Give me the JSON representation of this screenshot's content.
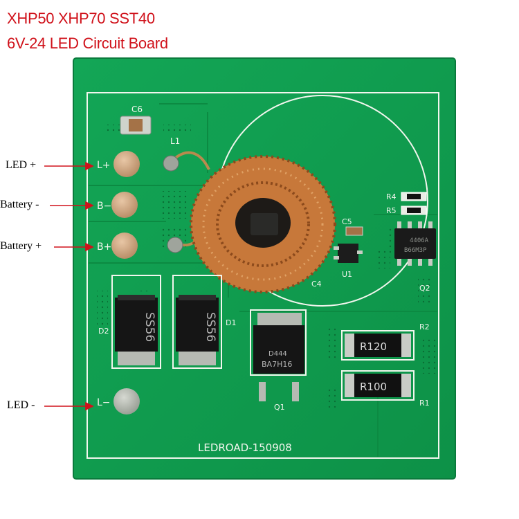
{
  "header": {
    "line1": "XHP50 XHP70 SST40",
    "line2": "6V-24 LED Circuit Board"
  },
  "callouts": {
    "led_plus": "LED +",
    "battery_minus": "Battery -",
    "battery_plus": "Battery +",
    "led_minus": "LED -"
  },
  "silkscreen": {
    "c6": "C6",
    "l1": "L1",
    "pad_lplus": "L+",
    "pad_bminus": "B−",
    "pad_bplus": "B+",
    "pad_lminus": "L−",
    "d1": "D1",
    "d2": "D2",
    "q1": "Q1",
    "q2": "Q2",
    "u1": "U1",
    "c4": "C4",
    "c5": "C5",
    "r1": "R1",
    "r2": "R2",
    "r4": "R4",
    "r5": "R5",
    "board_id": "LEDROAD-150908"
  },
  "components": {
    "diode_mark": "SS56",
    "q1_line1": "D444",
    "q1_line2": "BA7H16",
    "q2_line1": "4406A",
    "q2_line2": "B66M3P",
    "r2_value": "R120",
    "r1_value": "R100"
  },
  "colors": {
    "board": "#10a050",
    "silk": "#f2f6ee",
    "copper": "#b8692a",
    "arrow": "#d0121b"
  }
}
